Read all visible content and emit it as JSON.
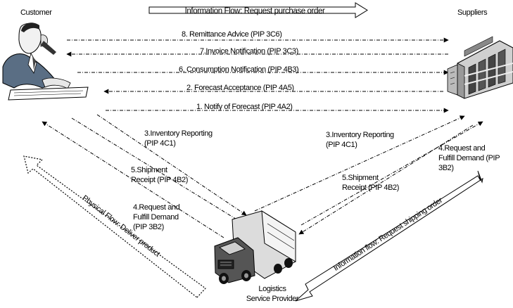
{
  "actors": {
    "customer": "Customer",
    "suppliers": "Suppliers",
    "logistics": "Logistics\nService Provider"
  },
  "top_arrow_label": "Information Flow: Request purchase order",
  "horizontal_messages": [
    {
      "label": "8. Remittance Advice (PIP 3C6)",
      "direction": "right"
    },
    {
      "label": "7.Invoice Notification (PIP 3C3)",
      "direction": "left"
    },
    {
      "label": "6. Consumption Notification (PIP 4B3)",
      "direction": "right"
    },
    {
      "label": "2. Forecast Acceptance (PIP 4A5)",
      "direction": "left"
    },
    {
      "label": "1. Notify of Forecast (PIP 4A2)",
      "direction": "right"
    }
  ],
  "left_messages": [
    "3.Inventory Reporting\n(PIP 4C1)",
    "5.Shipment\nReceipt (PIP 4B2)",
    "4.Request and\nFulfill Demand\n(PIP 3B2)"
  ],
  "right_messages": [
    "3.Inventory Reporting\n(PIP 4C1)",
    "5.Shipment\nReceipt (PIP 4B2)",
    "4.Request and\nFulfill Demand (PIP\n3B2)"
  ],
  "physical_flow_label": "Physical Flow: Deliver product",
  "shipping_flow_label": "Information flow: Request shipping order"
}
